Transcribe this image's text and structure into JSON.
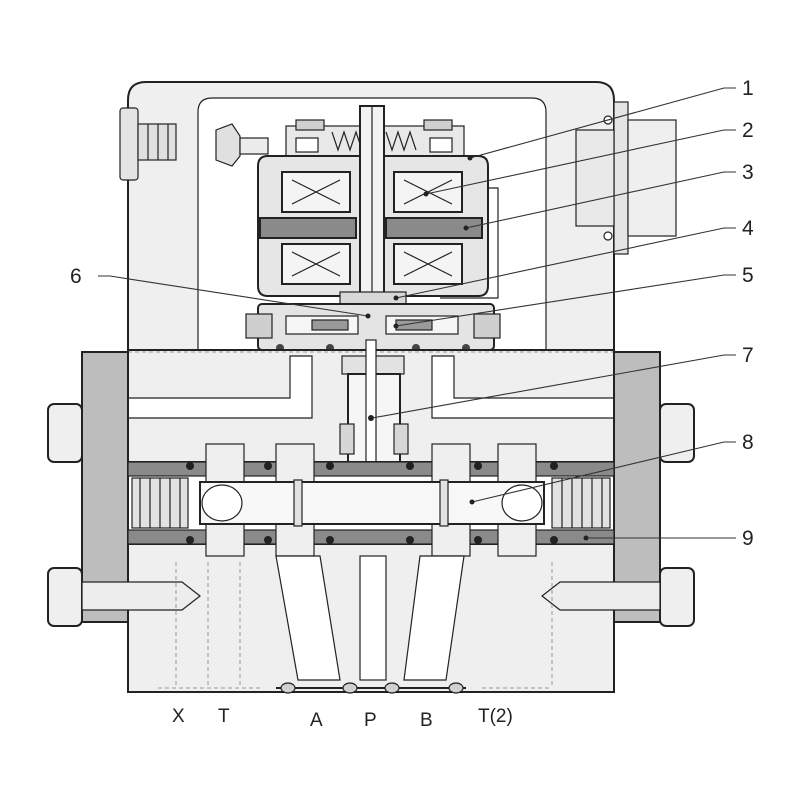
{
  "colors": {
    "body_fill": "#efefef",
    "outline": "#222222",
    "dark_metal": "#8a8a8a",
    "plate": "#bdbdbd",
    "background": "#ffffff"
  },
  "callouts": [
    {
      "number": "1",
      "target": "solenoid-housing"
    },
    {
      "number": "2",
      "target": "solenoid-coil"
    },
    {
      "number": "3",
      "target": "armature-plate"
    },
    {
      "number": "4",
      "target": "pilot-body"
    },
    {
      "number": "5",
      "target": "pilot-spool"
    },
    {
      "number": "6",
      "target": "pilot-stem"
    },
    {
      "number": "7",
      "target": "push-rod"
    },
    {
      "number": "8",
      "target": "main-spool"
    },
    {
      "number": "9",
      "target": "spool-bore"
    }
  ],
  "ports": [
    {
      "label": "X"
    },
    {
      "label": "T"
    },
    {
      "label": "A"
    },
    {
      "label": "P"
    },
    {
      "label": "B"
    },
    {
      "label": "T(2)"
    }
  ]
}
